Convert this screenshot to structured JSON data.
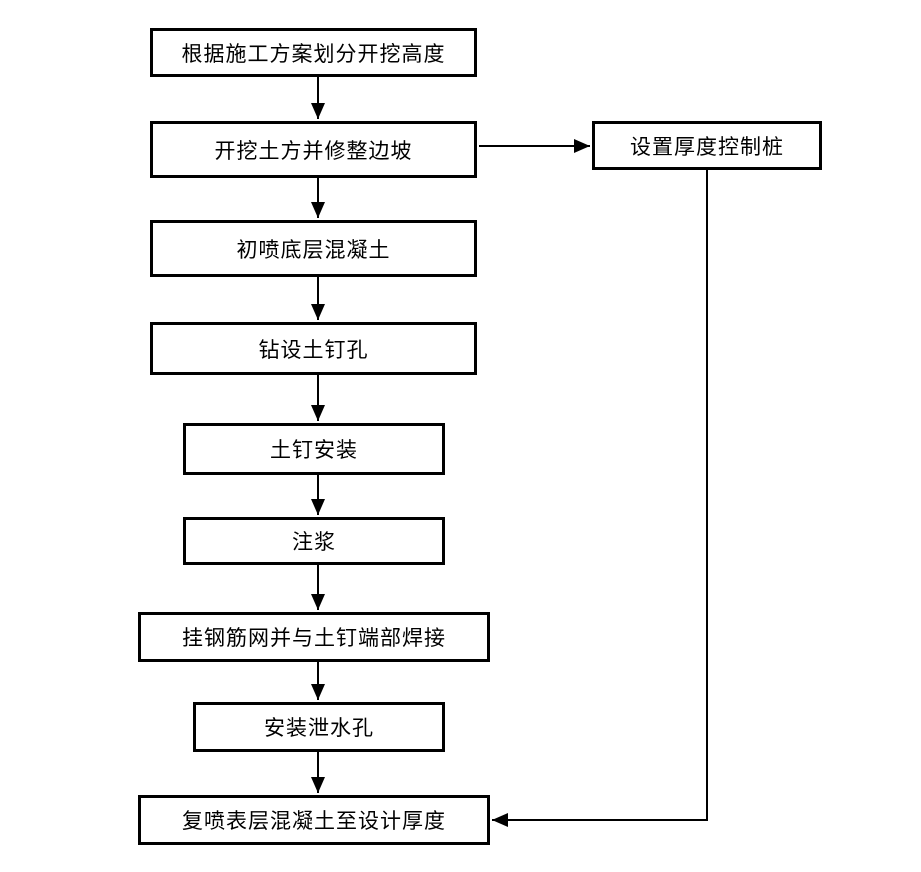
{
  "diagram": {
    "type": "flowchart",
    "background": "#ffffff",
    "colors": {
      "line": "#000000",
      "box_border": "#000000",
      "text": "#000000",
      "box_fill": "#ffffff"
    },
    "nodes": [
      {
        "label": "根据施工方案划分开挖高度"
      },
      {
        "label": "开挖土方并修整边坡"
      },
      {
        "label": "初喷底层混凝土"
      },
      {
        "label": "钻设土钉孔"
      },
      {
        "label": "土钉安装"
      },
      {
        "label": "注浆"
      },
      {
        "label": "挂钢筋网并与土钉端部焊接"
      },
      {
        "label": "安装泄水孔"
      },
      {
        "label": "复喷表层混凝土至设计厚度"
      },
      {
        "label": "设置厚度控制桩"
      }
    ],
    "edges": [
      {
        "from": "根据施工方案划分开挖高度",
        "to": "开挖土方并修整边坡"
      },
      {
        "from": "开挖土方并修整边坡",
        "to": "设置厚度控制桩"
      },
      {
        "from": "开挖土方并修整边坡",
        "to": "初喷底层混凝土"
      },
      {
        "from": "初喷底层混凝土",
        "to": "钻设土钉孔"
      },
      {
        "from": "钻设土钉孔",
        "to": "土钉安装"
      },
      {
        "from": "土钉安装",
        "to": "注浆"
      },
      {
        "from": "注浆",
        "to": "挂钢筋网并与土钉端部焊接"
      },
      {
        "from": "挂钢筋网并与土钉端部焊接",
        "to": "安装泄水孔"
      },
      {
        "from": "安装泄水孔",
        "to": "复喷表层混凝土至设计厚度"
      },
      {
        "from": "设置厚度控制桩",
        "to": "复喷表层混凝土至设计厚度"
      }
    ]
  }
}
